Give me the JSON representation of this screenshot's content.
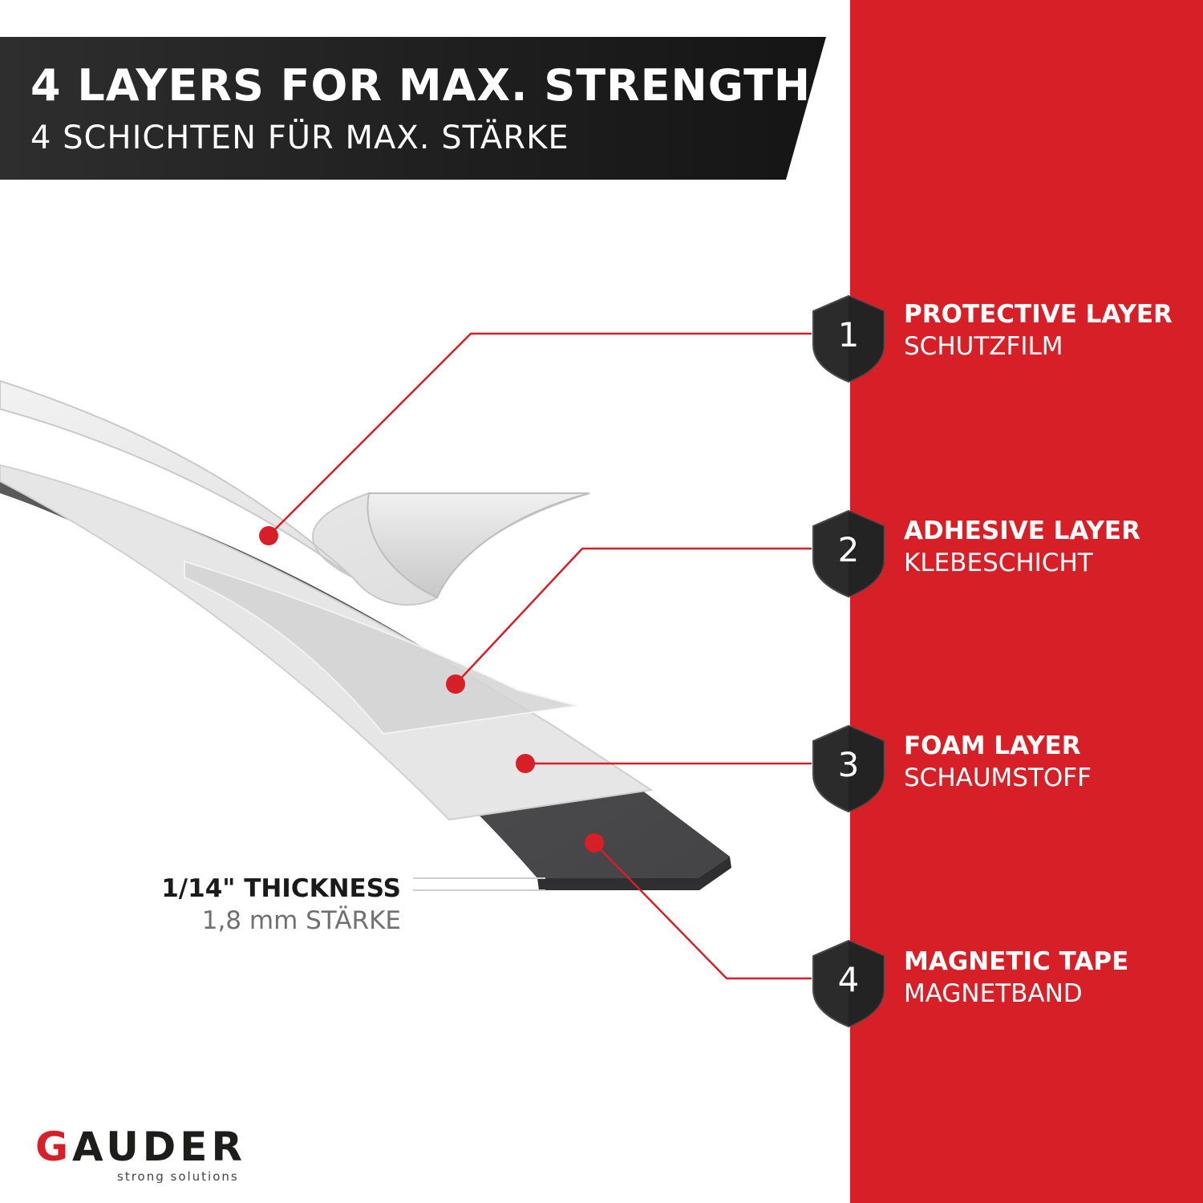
{
  "header": {
    "title_en": "4 LAYERS FOR MAX. STRENGTH",
    "title_de": "4 SCHICHTEN FÜR MAX. STÄRKE"
  },
  "layers": [
    {
      "number": "1",
      "title_en": "PROTECTIVE LAYER",
      "title_de": "SCHUTZFILM"
    },
    {
      "number": "2",
      "title_en": "ADHESIVE LAYER",
      "title_de": "KLEBESCHICHT"
    },
    {
      "number": "3",
      "title_en": "FOAM LAYER",
      "title_de": "SCHAUMSTOFF"
    },
    {
      "number": "4",
      "title_en": "MAGNETIC TAPE",
      "title_de": "MAGNETBAND"
    }
  ],
  "thickness": {
    "label_en": "1/14\" THICKNESS",
    "label_de": "1,8 mm STÄRKE"
  },
  "brand": {
    "initial": "G",
    "rest": "AUDER",
    "slogan": "strong solutions"
  },
  "colors": {
    "accent": "#d71f27",
    "banner": "#1f1f1f",
    "shield": "#2b2b2b",
    "magnet": "#4a4a4c",
    "foam": "#e8e8e8",
    "film": "#f4f4f4"
  }
}
